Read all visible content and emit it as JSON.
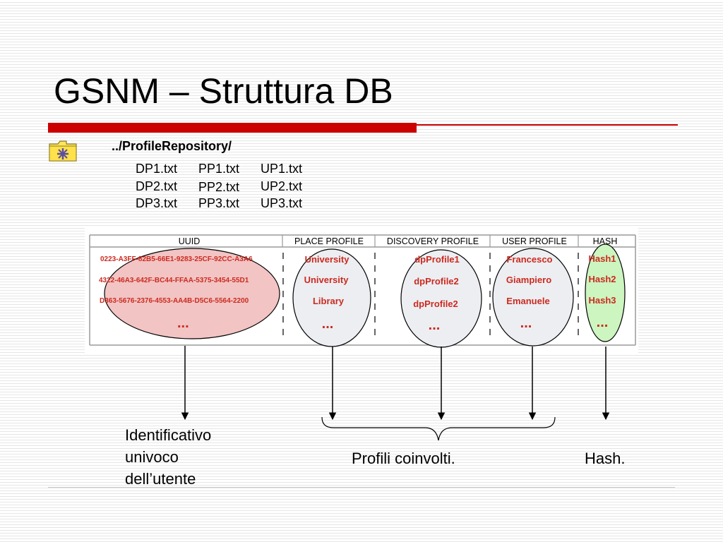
{
  "slide": {
    "title": "GSNM – Struttura DB",
    "repository_path": "../ProfileRepository/",
    "files": {
      "col1": [
        "DP1.txt",
        "DP2.txt",
        "DP3.txt"
      ],
      "col2": [
        "PP1.txt",
        "PP2.txt",
        "PP3.txt"
      ],
      "col3": [
        "UP1.txt",
        "UP2.txt",
        "UP3.txt"
      ]
    }
  },
  "table": {
    "headers": [
      "UUID",
      "PLACE PROFILE",
      "DISCOVERY PROFILE",
      "USER PROFILE",
      "HASH"
    ],
    "uuid": [
      "0223-A3FF-82B5-66E1-9283-25CF-92CC-A3A6",
      "4322-46A3-642F-BC44-FFAA-5375-3454-55D1",
      "D363-5676-2376-4553-AA4B-D5C6-5564-2200",
      "..."
    ],
    "place": [
      "University",
      "University",
      "Library",
      "..."
    ],
    "discovery": [
      "dpProfile1",
      "dpProfile2",
      "dpProfile2",
      "..."
    ],
    "user": [
      "Francesco",
      "Giampiero",
      "Emanuele",
      "..."
    ],
    "hash": [
      "Hash1",
      "Hash2",
      "Hash3",
      "..."
    ]
  },
  "labels": {
    "identifier_line1": "Identificativo",
    "identifier_line2": "univoco",
    "identifier_line3": "dell’utente",
    "profiles": "Profili coinvolti.",
    "hash": "Hash."
  },
  "colors": {
    "accent_red": "#cc0000",
    "uuid_ellipse": "#f2c4c4",
    "profile_ellipse": "#eceef2",
    "hash_ellipse": "#ccf5c0",
    "table_text": "#cc2a1f"
  }
}
